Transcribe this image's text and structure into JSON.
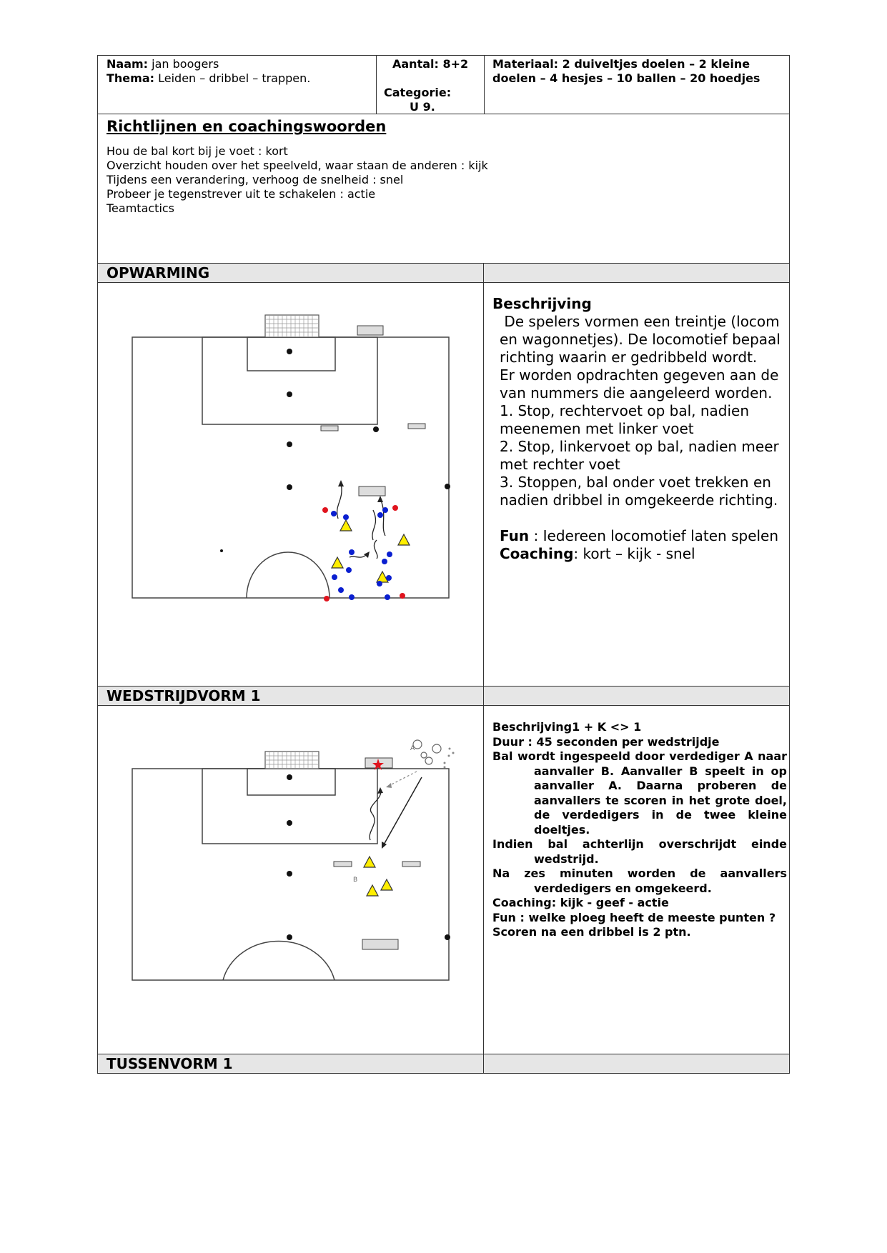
{
  "header": {
    "naam_label": "Naam:",
    "naam_value": "jan boogers",
    "thema_label": "Thema:",
    "thema_value": "Leiden – dribbel – trappen.",
    "aantal": "Aantal: 8+2",
    "categorie_label": "Categorie:",
    "categorie_value": "U 9.",
    "materiaal_line1": "Materiaal: 2 duiveltjes doelen – 2 kleine",
    "materiaal_line2": "doelen – 4 hesjes – 10 ballen – 20 hoedjes"
  },
  "guidelines": {
    "title": "Richtlijnen en coachingswoorden",
    "lines": [
      "Hou de bal kort bij je voet : kort",
      "Overzicht houden over het speelveld, waar staan de anderen : kijk",
      "Tijdens een verandering, verhoog de snelheid : snel",
      "Probeer je tegenstrever uit te schakelen : actie",
      "Teamtactics"
    ]
  },
  "sections": {
    "warmup": {
      "title": "OPWARMING",
      "desc_title": "Beschrijving",
      "lines": [
        " De spelers vormen een treintje (locom",
        "en wagonnetjes). De locomotief bepaal",
        "richting waarin er gedribbeld wordt.",
        "Er worden opdrachten gegeven aan de",
        "van nummers die aangeleerd worden.",
        "1. Stop, rechtervoet op bal, nadien",
        "meenemen met linker voet",
        "2. Stop, linkervoet op bal, nadien meer",
        "met rechter voet",
        "3. Stoppen, bal onder voet trekken en",
        "nadien dribbel in omgekeerde richting."
      ],
      "fun_label": "Fun",
      "fun_value": " : Iedereen locomotief laten spelen",
      "coaching_label": "Coaching",
      "coaching_value": ": kort – kijk - snel"
    },
    "match1": {
      "title": "WEDSTRIJDVORM 1",
      "lines": [
        "Beschrijving1 + K <> 1",
        "Duur : 45 seconden per wedstrijdje"
      ],
      "para1": "Bal wordt ingespeeld door verdediger A naar aanvaller B. Aanvaller B speelt in op aanvaller A. Daarna proberen de aanvallers te scoren in het grote doel, de verdedigers in de twee kleine doeltjes.",
      "para2": "Indien bal achterlijn overschrijdt einde wedstrijd.",
      "para3": "Na zes minuten worden de aanvallers verdedigers en omgekeerd.",
      "coaching": "Coaching: kijk - geef - actie",
      "fun": "Fun : welke ploeg heeft de meeste punten ?",
      "score": "Scoren na een dribbel is 2 ptn.",
      "diagram_labels": {
        "a": "A",
        "b": "B"
      }
    },
    "inter1": {
      "title": "TUSSENVORM 1"
    }
  },
  "colors": {
    "header_gray": "#e6e6e6",
    "cone_yellow": "#ffee00",
    "player_blue": "#0a1fd0",
    "player_red": "#e0141e"
  }
}
